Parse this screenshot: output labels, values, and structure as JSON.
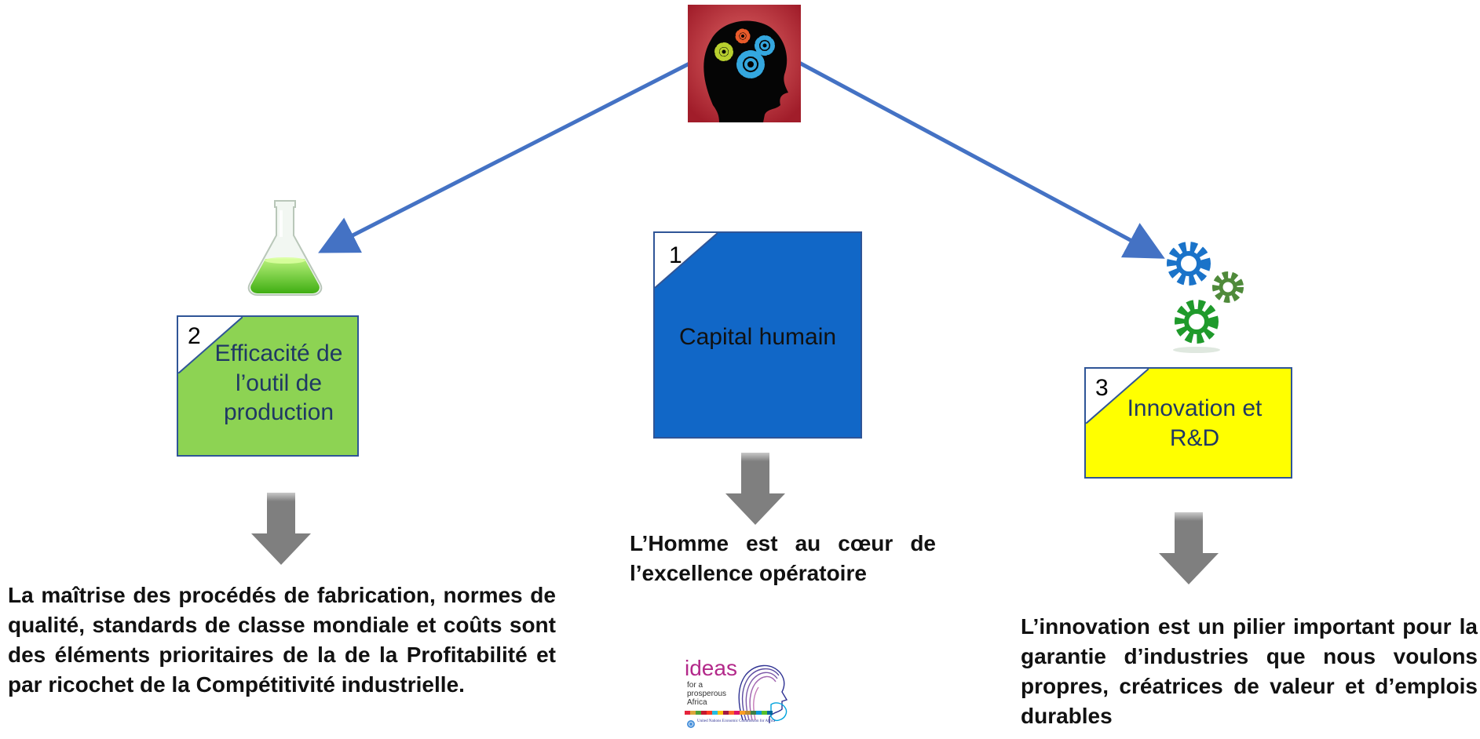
{
  "boxes": {
    "center": {
      "number": "1",
      "label": "Capital humain",
      "color": "#1167C7"
    },
    "left": {
      "number": "2",
      "label": "Efficacité de l’outil de production",
      "color": "#8DD353"
    },
    "right": {
      "number": "3",
      "label": "Innovation et R&D",
      "color": "#FFFF00"
    }
  },
  "descriptions": {
    "left": "La maîtrise des procédés de fabrication, normes de qualité, standards de classe mondiale et coûts sont des éléments prioritaires de la de la Profitabilité et par ricochet de la Compétitivité industrielle.",
    "center": "L’Homme est au cœur de l’excellence opératoire",
    "right": "L’innovation est un pilier important pour la garantie d’industries que nous voulons propres, créatrices de valeur et d’emplois durables"
  },
  "logo": {
    "line1": "ideas",
    "line2": "for a",
    "line3": "prosperous",
    "line4": "Africa",
    "org": "United Nations Economic Commission for Africa"
  },
  "icons": {
    "top": "head-gears-icon",
    "left": "flask-icon",
    "right": "gears-icon"
  },
  "colors": {
    "connector": "#4472C4",
    "box_border": "#2F5597",
    "down_arrow": "#7F7F7F"
  }
}
